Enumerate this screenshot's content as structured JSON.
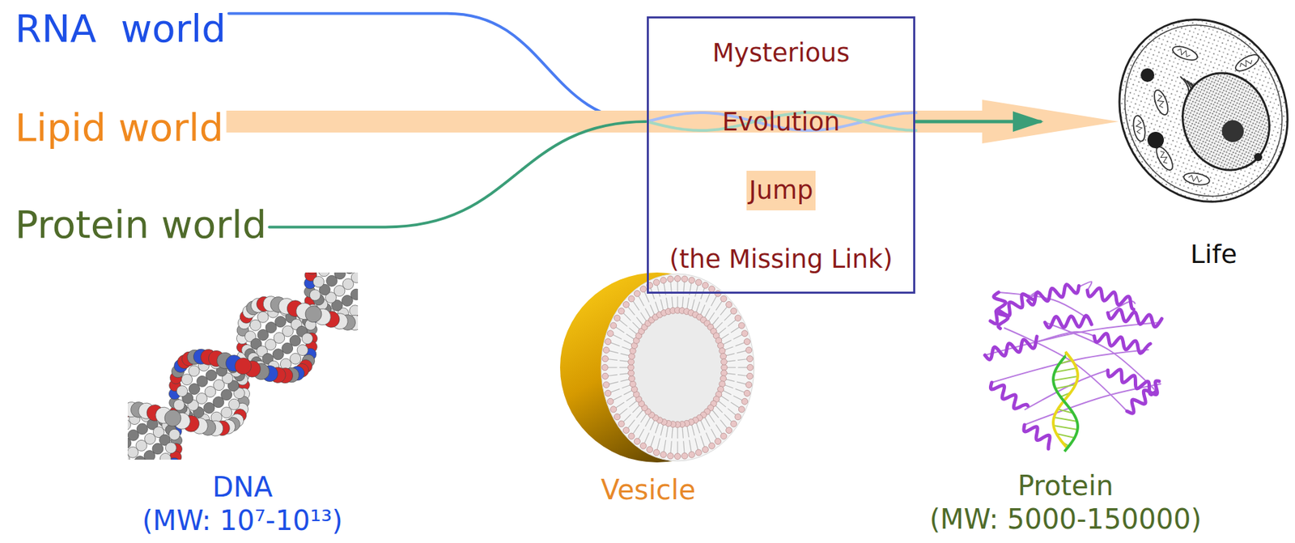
{
  "diagram": {
    "nodes": [
      {
        "text": [
          "RNA  world"
        ]
      },
      {
        "text": [
          "Lipid world"
        ]
      },
      {
        "text": [
          "Protein world"
        ]
      },
      {
        "text": [
          "Mysterious Evolution Jump (the Missing Link)"
        ]
      },
      {
        "text": [
          "Life"
        ]
      }
    ],
    "edges": [
      {
        "from": 0,
        "to": 3,
        "arrow": "none"
      },
      {
        "from": 1,
        "to": 4,
        "arrow": "to"
      },
      {
        "from": 2,
        "to": 3,
        "arrow": "none"
      },
      {
        "from": 3,
        "to": 4,
        "arrow": "to"
      }
    ],
    "labels": [
      "DNA",
      "(MW: 10⁷-10¹³)",
      "Vesicle",
      "Protein",
      "(MW: 5000-150000)"
    ]
  }
}
